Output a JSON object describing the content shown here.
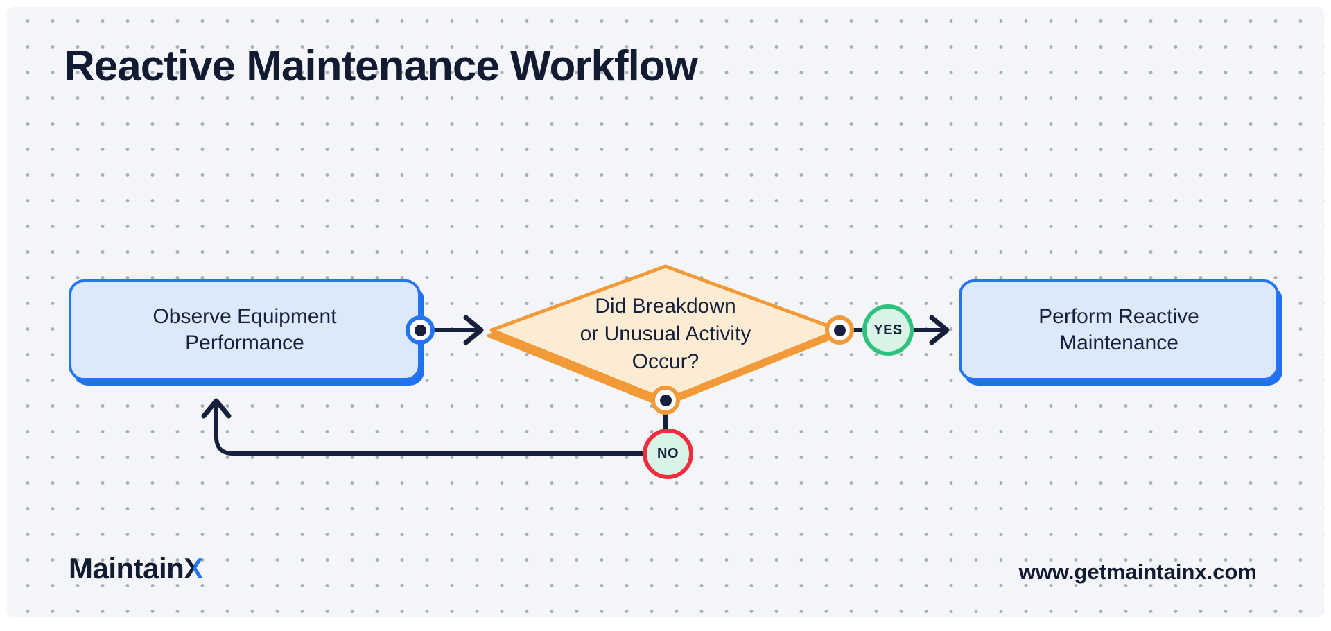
{
  "title": "Reactive Maintenance Workflow",
  "flowchart": {
    "observe": {
      "line1": "Observe Equipment",
      "line2": "Performance"
    },
    "decision": {
      "line1": "Did Breakdown",
      "line2": "or Unusual Activity",
      "line3": "Occur?"
    },
    "perform": {
      "line1": "Perform Reactive",
      "line2": "Maintenance"
    },
    "branch_labels": {
      "yes": "YES",
      "no": "NO"
    }
  },
  "footer": {
    "logo_text": "Maintain",
    "logo_x": "X",
    "website": "www.getmaintainx.com"
  },
  "colors": {
    "background": "#f4f5f8",
    "grid_dot": "#a9adb4",
    "ink_navy": "#16203c",
    "accent_blue": "#2575f2",
    "process_fill": "#dce9fb",
    "accent_orange": "#f29a38",
    "decision_fill": "#fcecd4",
    "yes_green": "#2ec27e",
    "no_red": "#ee2d3f",
    "badge_fill": "#d9f4e6"
  }
}
